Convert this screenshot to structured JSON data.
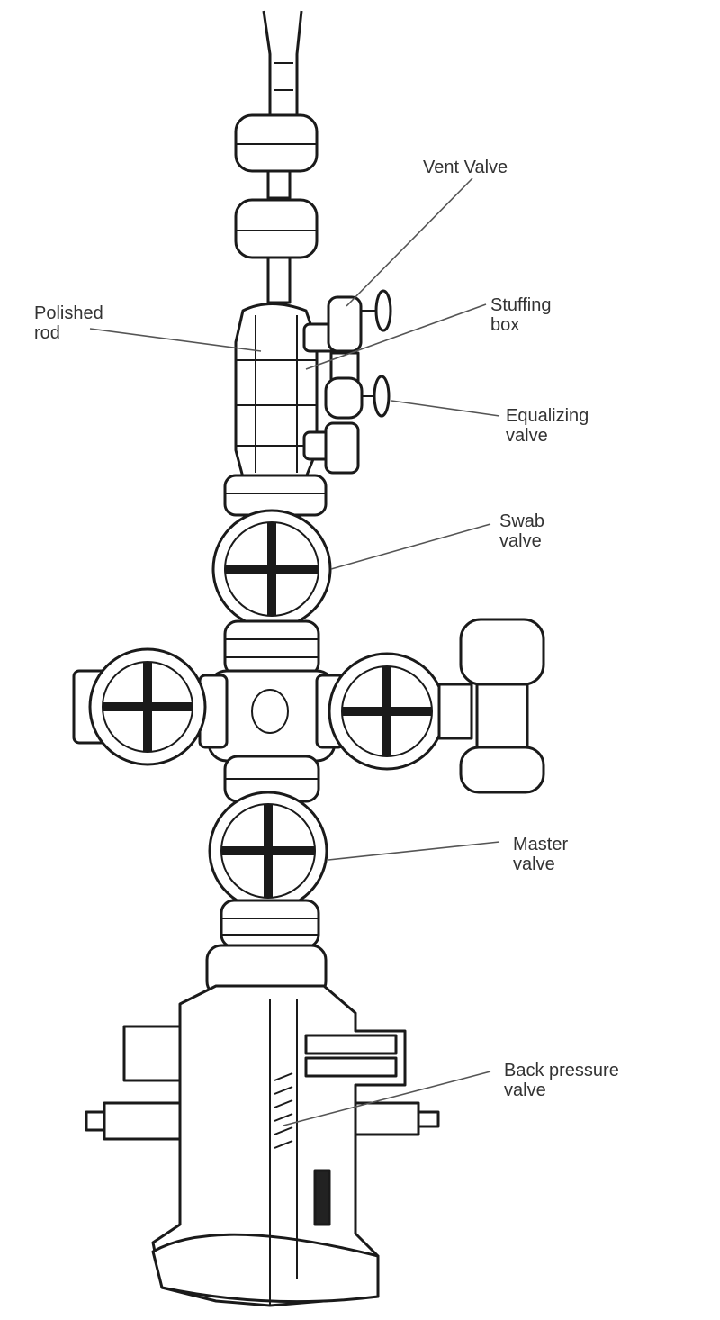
{
  "diagram": {
    "labels": {
      "vent_valve": [
        "Vent Valve"
      ],
      "polished_rod": [
        "Polished",
        "rod"
      ],
      "stuffing_box": [
        "Stuffing",
        "box"
      ],
      "equalizing_valve": [
        "Equalizing",
        "valve"
      ],
      "swab_valve": [
        "Swab",
        "valve"
      ],
      "master_valve": [
        "Master",
        "valve"
      ],
      "back_pressure_valve": [
        "Back pressure",
        "valve"
      ]
    }
  }
}
